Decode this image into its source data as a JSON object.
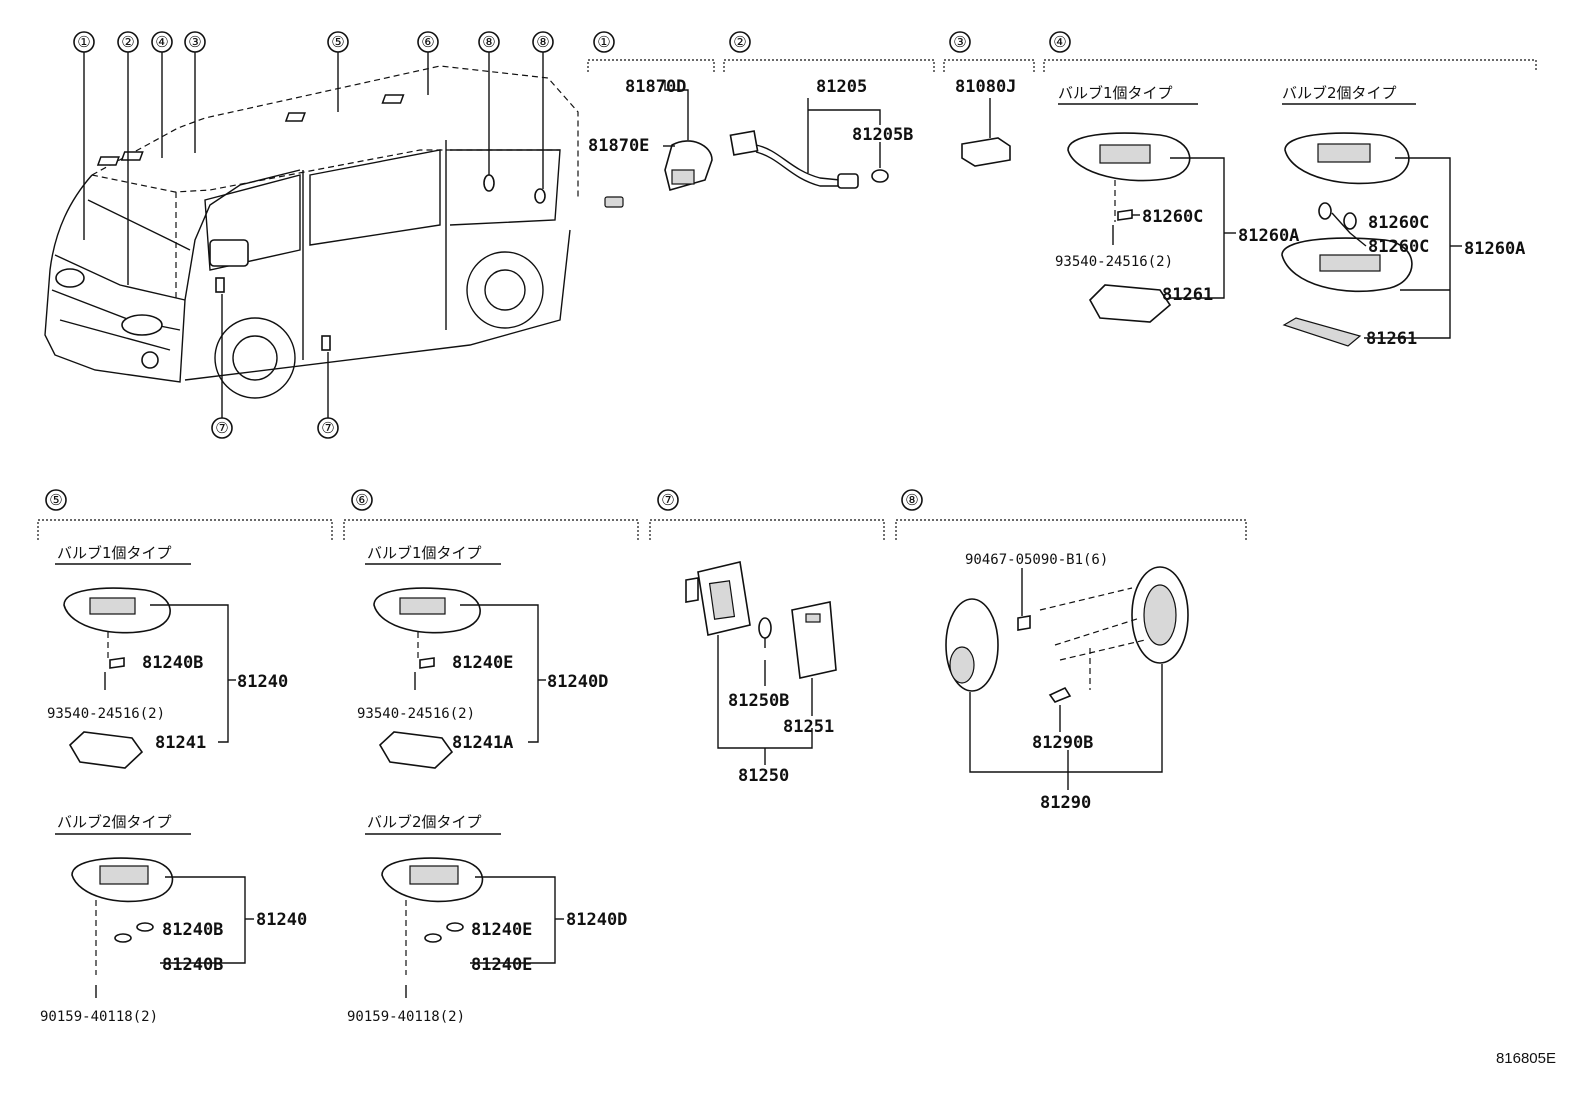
{
  "overview": {
    "callouts_top": [
      "①",
      "②",
      "④",
      "③",
      "⑤",
      "⑥",
      "⑧",
      "⑧"
    ],
    "callouts_bottom": [
      "⑦",
      "⑦"
    ]
  },
  "sections": {
    "s1": {
      "number": "①",
      "parts": [
        "81870D",
        "81870E"
      ]
    },
    "s2": {
      "number": "②",
      "parts": [
        "81205",
        "81205B"
      ]
    },
    "s3": {
      "number": "③",
      "parts": [
        "81080J"
      ]
    },
    "s4": {
      "number": "④",
      "one_bulb": {
        "label": "バルブ1個タイプ",
        "parts": [
          "81260C",
          "81260A",
          "93540-24516(2)",
          "81261"
        ]
      },
      "two_bulb": {
        "label": "バルブ2個タイプ",
        "parts": [
          "81260C",
          "81260C",
          "81260A",
          "81261"
        ]
      }
    },
    "s5": {
      "number": "⑤",
      "one_bulb": {
        "label": "バルブ1個タイプ",
        "parts": [
          "81240B",
          "81240",
          "93540-24516(2)",
          "81241"
        ]
      },
      "two_bulb": {
        "label": "バルブ2個タイプ",
        "parts": [
          "81240B",
          "81240",
          "81240B",
          "90159-40118(2)"
        ]
      }
    },
    "s6": {
      "number": "⑥",
      "one_bulb": {
        "label": "バルブ1個タイプ",
        "parts": [
          "81240E",
          "81240D",
          "93540-24516(2)",
          "81241A"
        ]
      },
      "two_bulb": {
        "label": "バルブ2個タイプ",
        "parts": [
          "81240E",
          "81240D",
          "81240E",
          "90159-40118(2)"
        ]
      }
    },
    "s7": {
      "number": "⑦",
      "parts": [
        "81250B",
        "81251",
        "81250"
      ]
    },
    "s8": {
      "number": "⑧",
      "parts": [
        "90467-05090-B1(6)",
        "81290B",
        "81290"
      ]
    }
  },
  "figure_code": "816805E"
}
